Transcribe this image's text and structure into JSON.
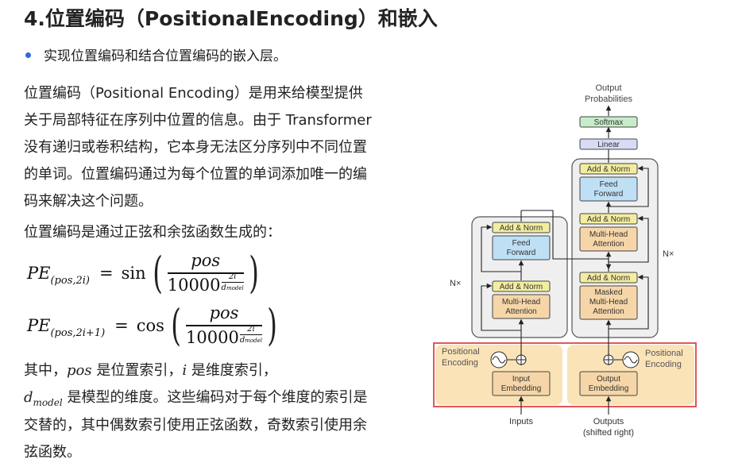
{
  "title": "4.位置编码（PositionalEncoding）和嵌入",
  "bullet": "实现位置编码和结合位置编码的嵌入层。",
  "paragraph1": "位置编码（Positional Encoding）是用来给模型提供关于局部特征在序列中位置的信息。由于 Transformer 没有递归或卷积结构，它本身无法区分序列中不同位置的单词。位置编码通过为每个位置的单词添加唯一的编码来解决这个问题。",
  "paragraph2": "位置编码是通过正弦和余弦函数生成的：",
  "formula1": {
    "lhs": "PE",
    "lhs_sub": "(pos,2i)",
    "eq": "=",
    "fn": "sin",
    "numerator": "pos",
    "base": "10000",
    "exp_num": "2i",
    "exp_den": "d",
    "exp_den_sub": "model"
  },
  "formula2": {
    "lhs": "PE",
    "lhs_sub": "(pos,2i+1)",
    "eq": "=",
    "fn": "cos",
    "numerator": "pos",
    "base": "10000",
    "exp_num": "2i",
    "exp_den": "d",
    "exp_den_sub": "model"
  },
  "paragraph3": {
    "t1": "其中，",
    "m_pos": "pos",
    "t2": " 是位置索引，",
    "m_i": "i",
    "t3": " 是维度索引，",
    "m_d": "d",
    "m_d_sub": "model",
    "t4": " 是模型的维度。这些编码对于每个维度的索引是交替的，其中偶数索引使用正弦函数，奇数索引使用余弦函数。"
  },
  "diagram": {
    "output_probabilities": [
      "Output",
      "Probabilities"
    ],
    "softmax": "Softmax",
    "linear": "Linear",
    "add_norm": "Add & Norm",
    "feed_forward": [
      "Feed",
      "Forward"
    ],
    "multi_head_attention": [
      "Multi-Head",
      "Attention"
    ],
    "masked_multi_head_attention": [
      "Masked",
      "Multi-Head",
      "Attention"
    ],
    "nx": "N×",
    "positional_encoding": [
      "Positional",
      "Encoding"
    ],
    "input_embedding": [
      "Input",
      "Embedding"
    ],
    "output_embedding": [
      "Output",
      "Embedding"
    ],
    "inputs": "Inputs",
    "outputs": [
      "Outputs",
      "(shifted right)"
    ],
    "colors": {
      "add_norm": "#f3eda0",
      "feed_forward": "#bfdff5",
      "attention": "#f6d6a8",
      "embedding": "#f6d6a8",
      "softmax": "#c8ecc9",
      "linear": "#d9daf5",
      "stack_bg": "#efefef",
      "pe_band": "#fbe3b8",
      "highlight": "#e0444a"
    }
  }
}
